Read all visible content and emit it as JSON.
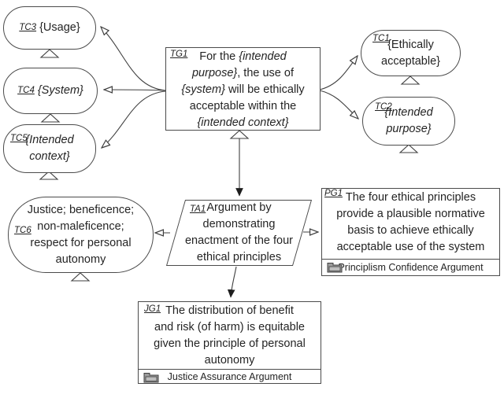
{
  "colors": {
    "line": "#3f3f3f",
    "text": "#242424",
    "background": "#ffffff",
    "folder": "#9c9c9c"
  },
  "nodes": {
    "tc3": {
      "id": "TC3",
      "text": "{Usage}"
    },
    "tc4": {
      "id": "TC4",
      "text": "{System}"
    },
    "tc5": {
      "id": "TC5",
      "text": "{Intended\ncontext}"
    },
    "tc6": {
      "id": "TC6",
      "text": "Justice; beneficence;\nnon-maleficence;\nrespect for personal\nautonomy"
    },
    "tc1": {
      "id": "TC1",
      "text": "{Ethically\nacceptable}"
    },
    "tc2": {
      "id": "TC2",
      "text": "{Intended\npurpose}"
    },
    "tg1": {
      "id": "TG1",
      "part1": "For the ",
      "part2": "{intended\npurpose}",
      "part3": ", the use of\n",
      "part4": "{system}",
      "part5": " will be ethically\nacceptable within the\n",
      "part6": "{intended context}"
    },
    "ta1": {
      "id": "TA1",
      "text": "Argument by\ndemonstrating\nenactment of the four\nethical principles"
    },
    "pg1": {
      "id": "PG1",
      "text": "The four ethical principles\nprovide a plausible normative\nbasis to achieve ethically\nacceptable use of the system",
      "module": "Principlism Confidence Argument"
    },
    "jg1": {
      "id": "JG1",
      "text": "The distribution of benefit\nand risk (of harm) is equitable\ngiven the principle of personal\nautonomy",
      "module": "Justice Assurance Argument"
    }
  }
}
